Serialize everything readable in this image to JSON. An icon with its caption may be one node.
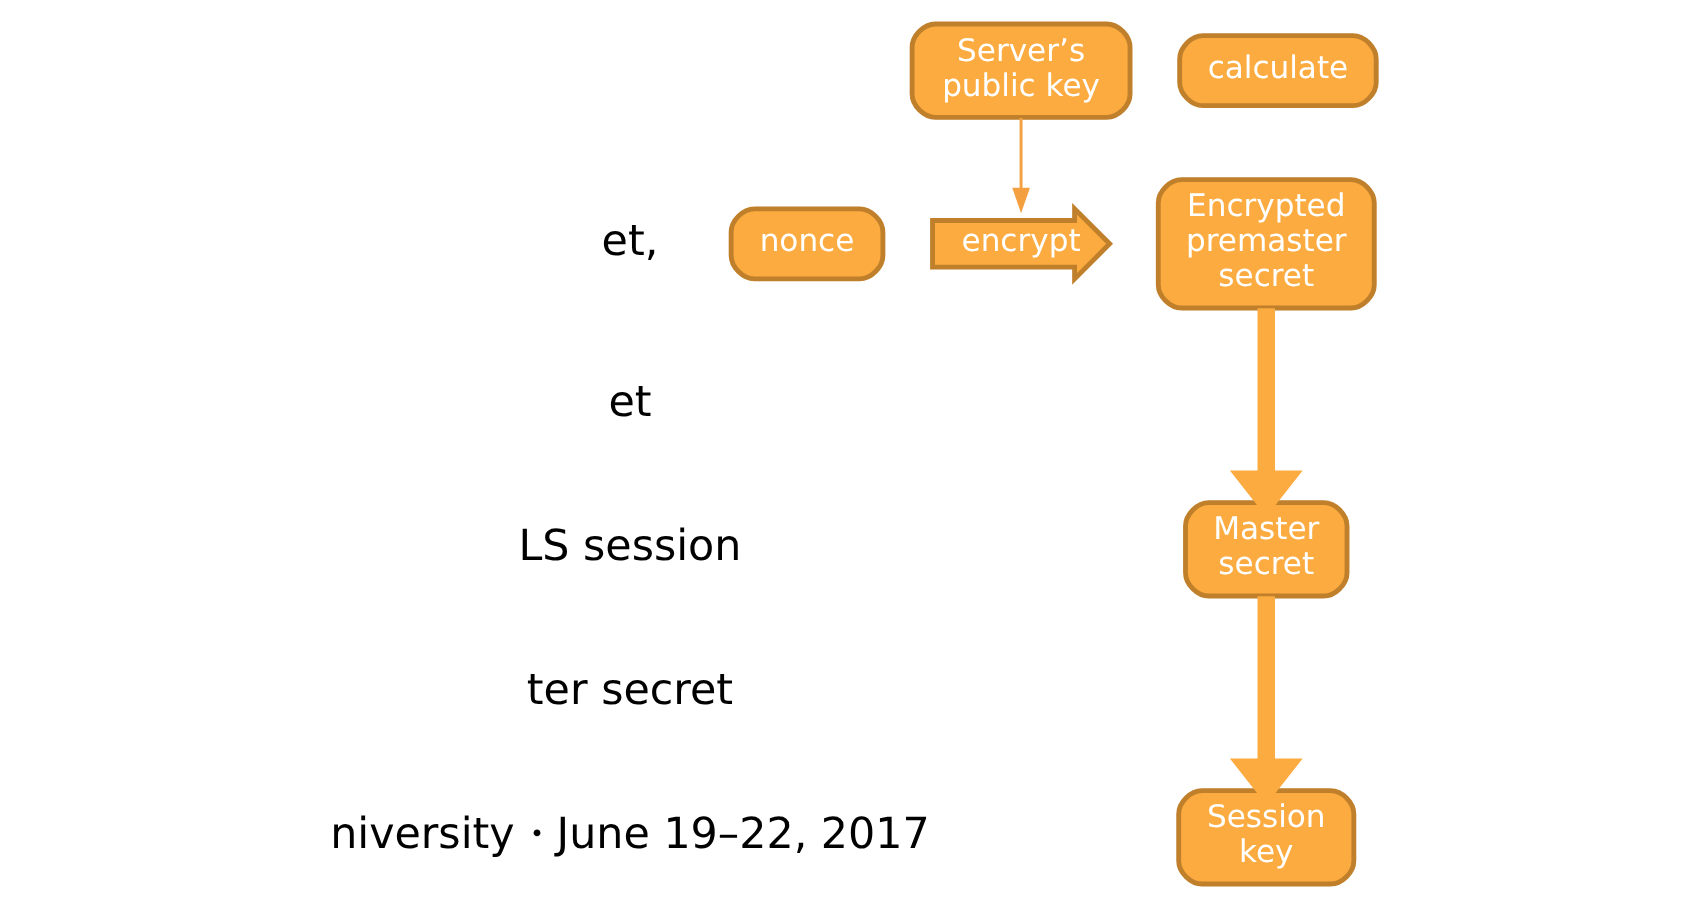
{
  "diagram": {
    "nodes": [
      {
        "text": [
          "nonce"
        ]
      },
      {
        "text": [
          "encrypt"
        ]
      },
      {
        "text": [
          "Encrypted premaster secret"
        ]
      },
      {
        "text": [
          "Server’s public key"
        ]
      },
      {
        "text": [
          "calculate"
        ]
      },
      {
        "text": [
          "Master secret"
        ]
      },
      {
        "text": [
          "Session key"
        ]
      }
    ],
    "edges": [
      {
        "from": 3,
        "to": 1,
        "arrow": "to",
        "color": "#f5a040"
      },
      {
        "from": 2,
        "to": 5,
        "arrow": "to"
      },
      {
        "from": 5,
        "to": 6,
        "arrow": "to"
      }
    ],
    "labels": [
      "et,",
      "et",
      "LS session",
      "ter secret",
      "niversity・June 19–22, 2017"
    ]
  }
}
